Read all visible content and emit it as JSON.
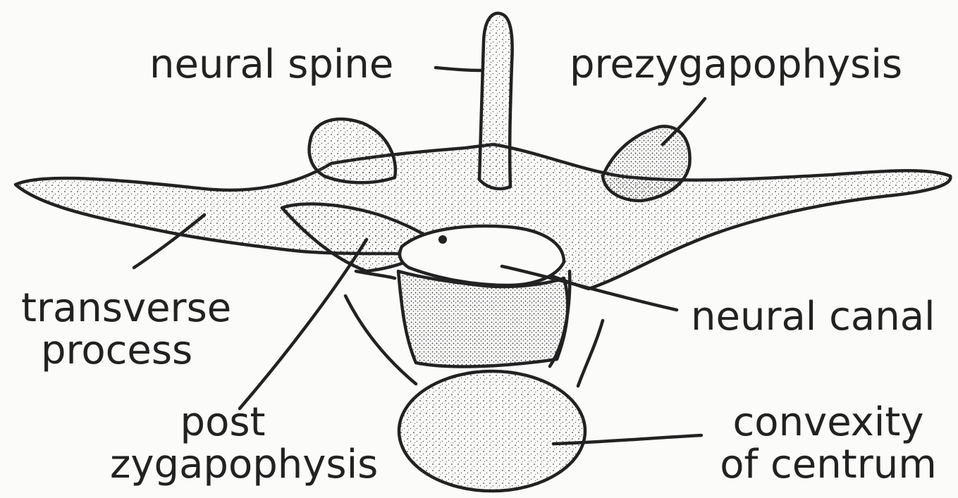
{
  "labels": {
    "neural_spine": "neural spine",
    "prezygapophysis": "prezygapophysis",
    "transverse_process": [
      "transverse",
      "process"
    ],
    "neural_canal": "neural canal",
    "post_zygapophysis": [
      "post",
      "zygapophysis"
    ],
    "convexity_of_centrum": [
      "convexity",
      "of centrum"
    ]
  },
  "colors": {
    "ink": "#222222",
    "paper": "#fbfbfa",
    "stipple": "#3a3a3a"
  }
}
